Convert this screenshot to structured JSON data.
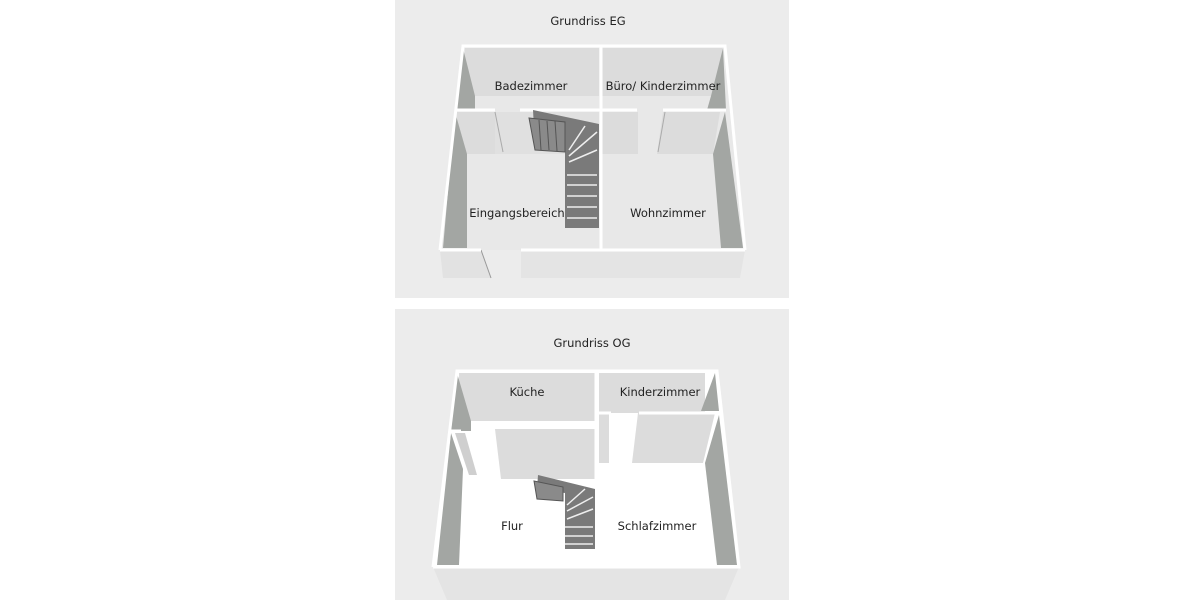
{
  "colors": {
    "panel_bg": "#ececec",
    "wall_top": "#ffffff",
    "wall_side": "#a3a6a3",
    "wall_face": "#dcdcdc",
    "floor_eg": "#e8e8e8",
    "floor_og": "#ffffff",
    "stair": "#7a7a7a",
    "text": "#222222"
  },
  "floorplans": [
    {
      "title": "Grundriss EG",
      "rooms": [
        {
          "name": "Badezimmer"
        },
        {
          "name": "Büro/ Kinderzimmer"
        },
        {
          "name": "Eingangsbereich"
        },
        {
          "name": "Wohnzimmer"
        }
      ]
    },
    {
      "title": "Grundriss OG",
      "rooms": [
        {
          "name": "Küche"
        },
        {
          "name": "Kinderzimmer"
        },
        {
          "name": "Flur"
        },
        {
          "name": "Schlafzimmer"
        }
      ]
    }
  ]
}
